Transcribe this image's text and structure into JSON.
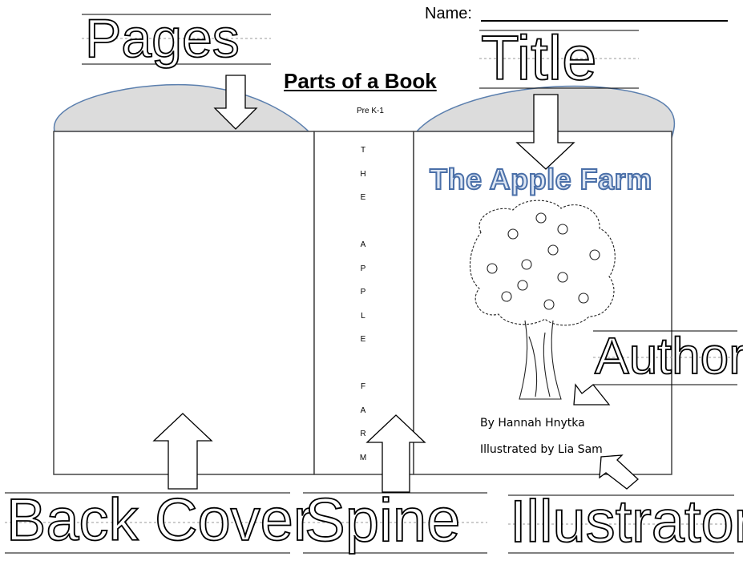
{
  "header": {
    "name_label": "Name: ",
    "worksheet_title": "Parts of a Book",
    "grade_level": "Pre K-1"
  },
  "book": {
    "cover_title": "The Apple Farm",
    "author_line": "By Hannah Hnytka",
    "illustrator_line": "Illustrated by Lia Sam",
    "spine_letters": [
      "T",
      "H",
      "E",
      "",
      "A",
      "P",
      "P",
      "L",
      "E",
      "",
      "F",
      "A",
      "R",
      "M"
    ]
  },
  "trace_words": {
    "pages": "Pages",
    "title": "Title",
    "author": "Author",
    "back_cover": "Back Cover",
    "spine": "Spine",
    "illustrator": "Illustrator"
  },
  "colors": {
    "cloud_fill": "#dcdcdc",
    "cloud_stroke": "#5b7fae",
    "cover_title_fill": "#dde6f3",
    "cover_title_stroke": "#4a6fa8"
  }
}
